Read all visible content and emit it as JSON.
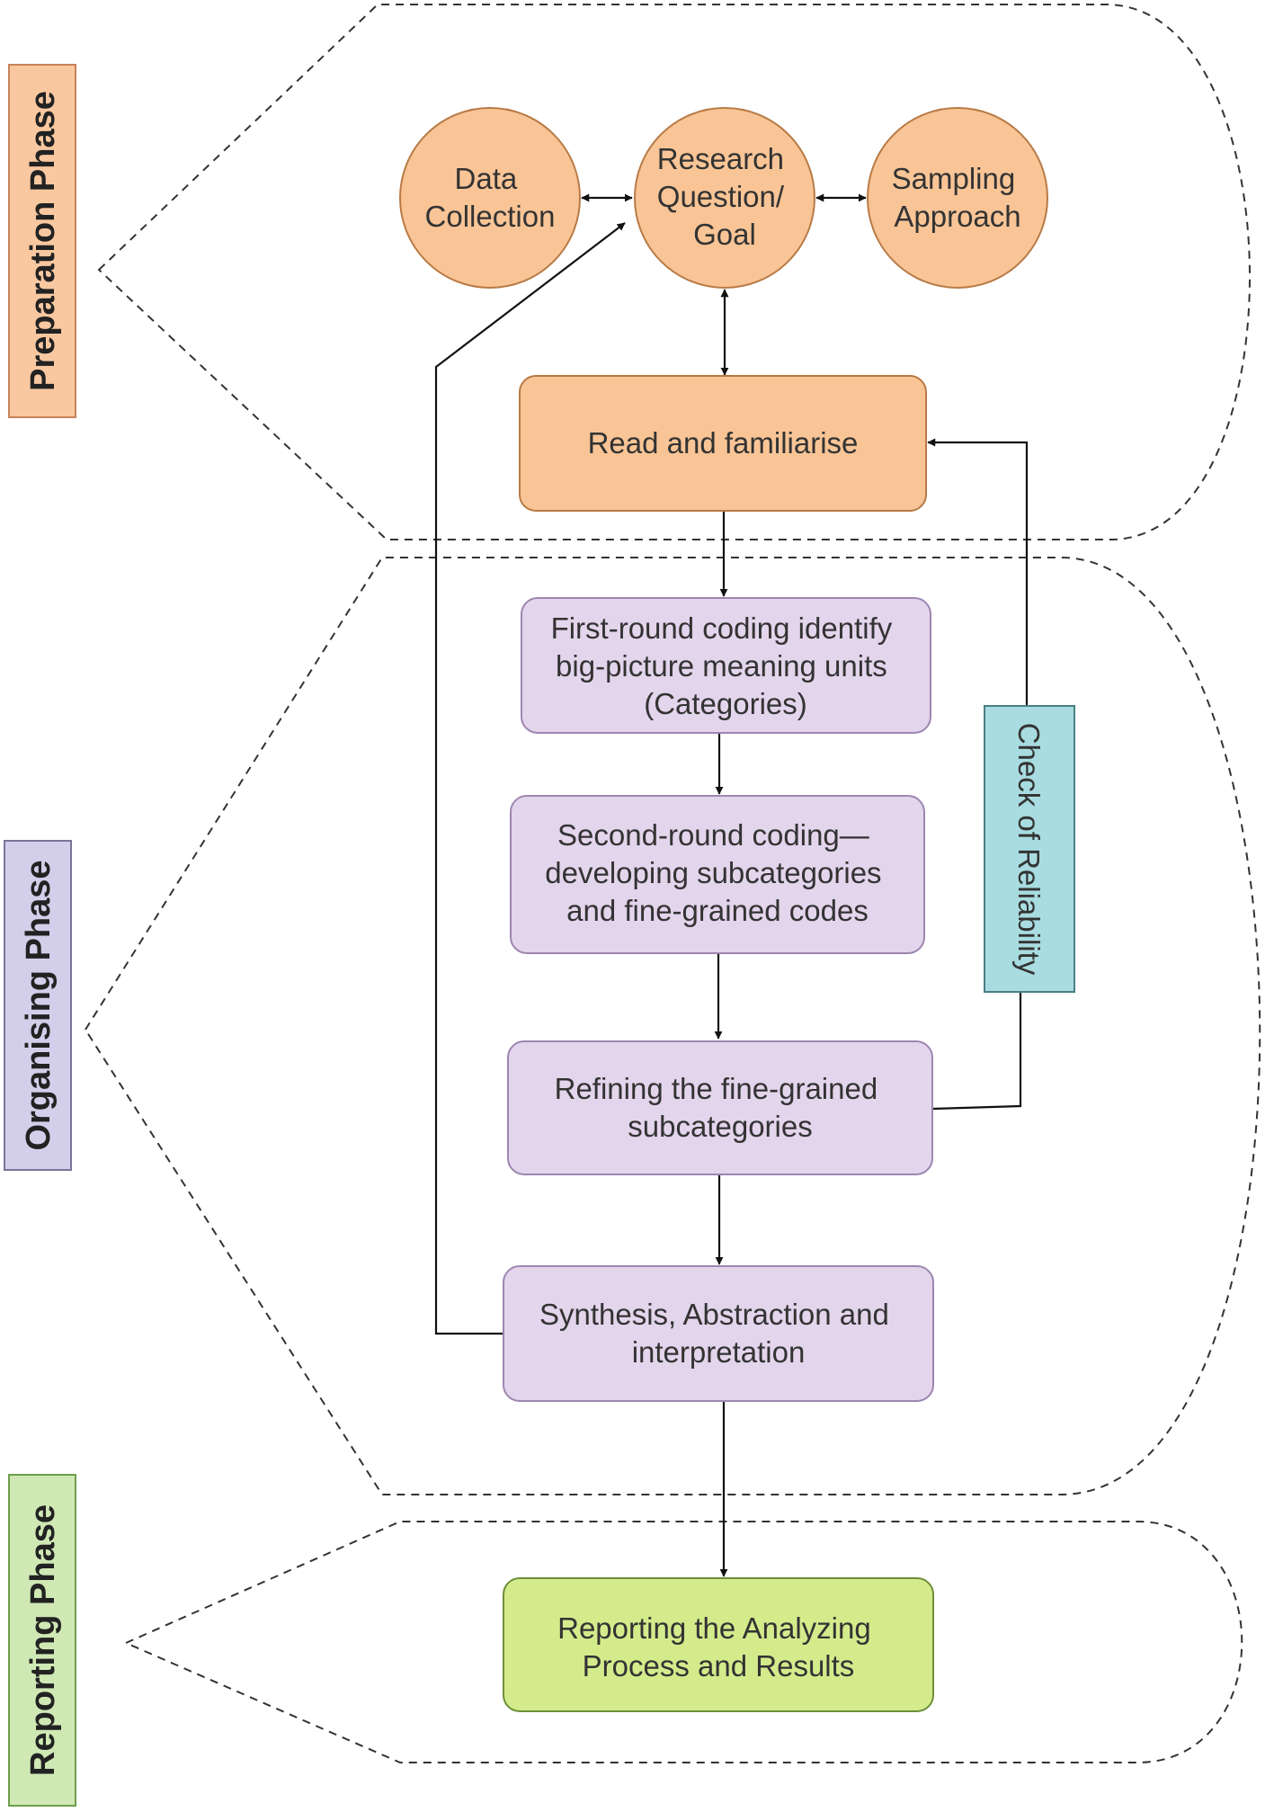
{
  "phases": {
    "preparation": {
      "label": "Preparation Phase",
      "fill": "#F9C8A0",
      "stroke": "#C8835A"
    },
    "organising": {
      "label": "Organising Phase",
      "fill": "#D3CFEA",
      "stroke": "#7A7598"
    },
    "reporting": {
      "label": "Reporting Phase",
      "fill": "#CFE8B4",
      "stroke": "#6E9E4C"
    }
  },
  "nodes": {
    "data_collection": {
      "lines": [
        "Data",
        "Collection"
      ]
    },
    "research_question": {
      "lines": [
        "Research",
        "Question/",
        "Goal"
      ]
    },
    "sampling_approach": {
      "lines": [
        "Sampling",
        "Approach"
      ]
    },
    "read_familiarise": {
      "lines": [
        "Read and familiarise"
      ]
    },
    "first_round": {
      "lines": [
        "First-round coding identify",
        "big-picture meaning units",
        "(Categories)"
      ]
    },
    "second_round": {
      "lines": [
        "Second-round coding—",
        "developing subcategories",
        "and fine-grained codes"
      ]
    },
    "refining": {
      "lines": [
        "Refining the fine-grained",
        "subcategories"
      ]
    },
    "synthesis": {
      "lines": [
        "Synthesis, Abstraction and",
        "interpretation"
      ]
    },
    "reporting": {
      "lines": [
        "Reporting the Analyzing",
        "Process and Results"
      ]
    },
    "check_reliability": {
      "label": "Check of Reliability"
    }
  },
  "colors": {
    "orange_fill": "#F9C596",
    "orange_stroke": "#B87A45",
    "purple_fill": "#E3D5EC",
    "purple_stroke": "#9E86B0",
    "green_fill": "#D4EB8C",
    "green_stroke": "#6E8F3A",
    "cyan_fill": "#A8DCE0",
    "cyan_stroke": "#4A7F86"
  }
}
